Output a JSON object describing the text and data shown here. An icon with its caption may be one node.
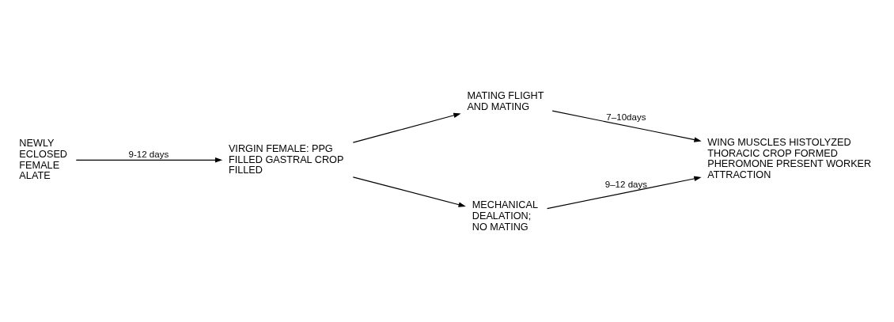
{
  "diagram": {
    "nodes": [
      {
        "text": [
          "NEWLY ECLOSED FEMALE ALATE"
        ]
      },
      {
        "text": [
          "VIRGIN FEMALE: PPG FILLED GASTRAL CROP FILLED"
        ]
      },
      {
        "text": [
          "MATING FLIGHT AND MATING"
        ]
      },
      {
        "text": [
          "MECHANICAL DEALATION; NO MATING"
        ]
      },
      {
        "text": [
          "WING MUSCLES HISTOLYZED THORACIC CROP FORMED PHEROMONE PRESENT WORKER ATTRACTION"
        ]
      }
    ],
    "edges": [
      {
        "from": 0,
        "to": 1,
        "arrow": "to",
        "label": "9-12 days"
      },
      {
        "from": 1,
        "to": 2,
        "arrow": "to"
      },
      {
        "from": 1,
        "to": 3,
        "arrow": "to"
      },
      {
        "from": 2,
        "to": 4,
        "arrow": "to",
        "label": "7–10days"
      },
      {
        "from": 3,
        "to": 4,
        "arrow": "to",
        "label": "9–12 days"
      }
    ]
  }
}
